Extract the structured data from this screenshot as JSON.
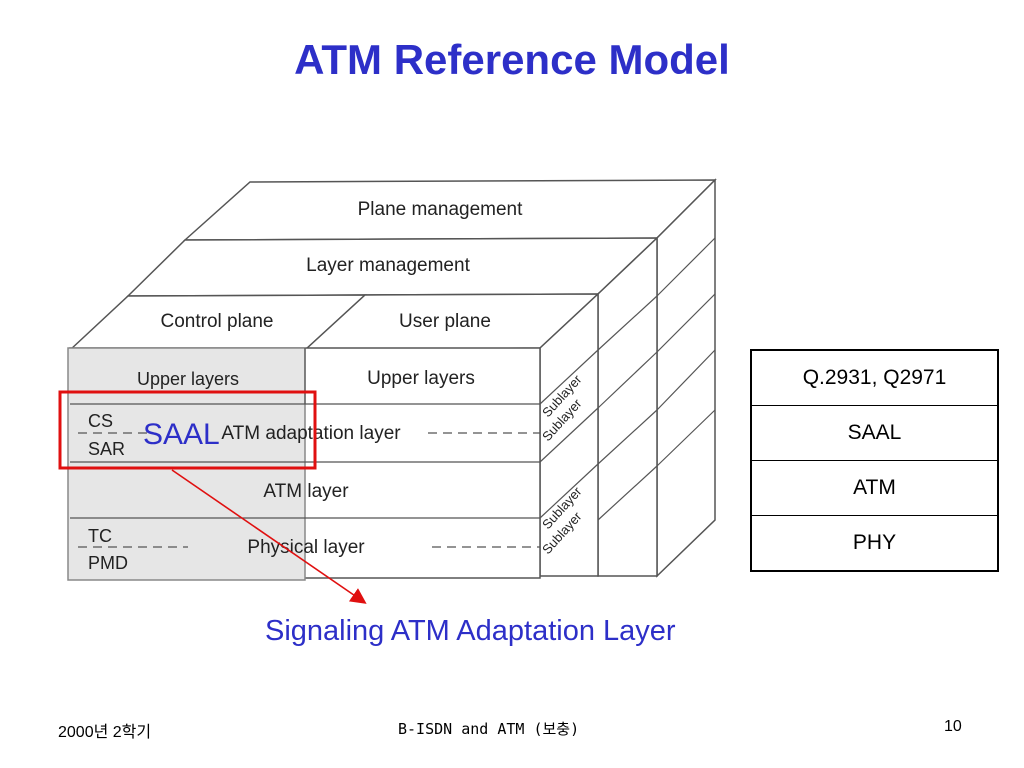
{
  "title": "ATM Reference Model",
  "cube": {
    "plane_management": "Plane management",
    "layer_management": "Layer management",
    "control_plane": "Control plane",
    "user_plane": "User plane",
    "upper_layers_control": "Upper layers",
    "upper_layers_user": "Upper layers",
    "aal_label": "ATM adaptation layer",
    "atm_layer": "ATM layer",
    "physical_layer": "Physical layer",
    "cs": "CS",
    "sar": "SAR",
    "tc": "TC",
    "pmd": "PMD",
    "sublayer": "Sublayer"
  },
  "highlight_label": "SAAL",
  "caption": "Signaling ATM Adaptation Layer",
  "protocol_table": [
    "Q.2931, Q2971",
    "SAAL",
    "ATM",
    "PHY"
  ],
  "footer": {
    "left": "2000년 2학기",
    "center": "B-ISDN and ATM (보충)",
    "right": "10"
  },
  "colors": {
    "title": "#2d2fc8",
    "highlight_box": "#e01010",
    "arrow": "#e01010",
    "control_shade": "#e6e6e6"
  }
}
